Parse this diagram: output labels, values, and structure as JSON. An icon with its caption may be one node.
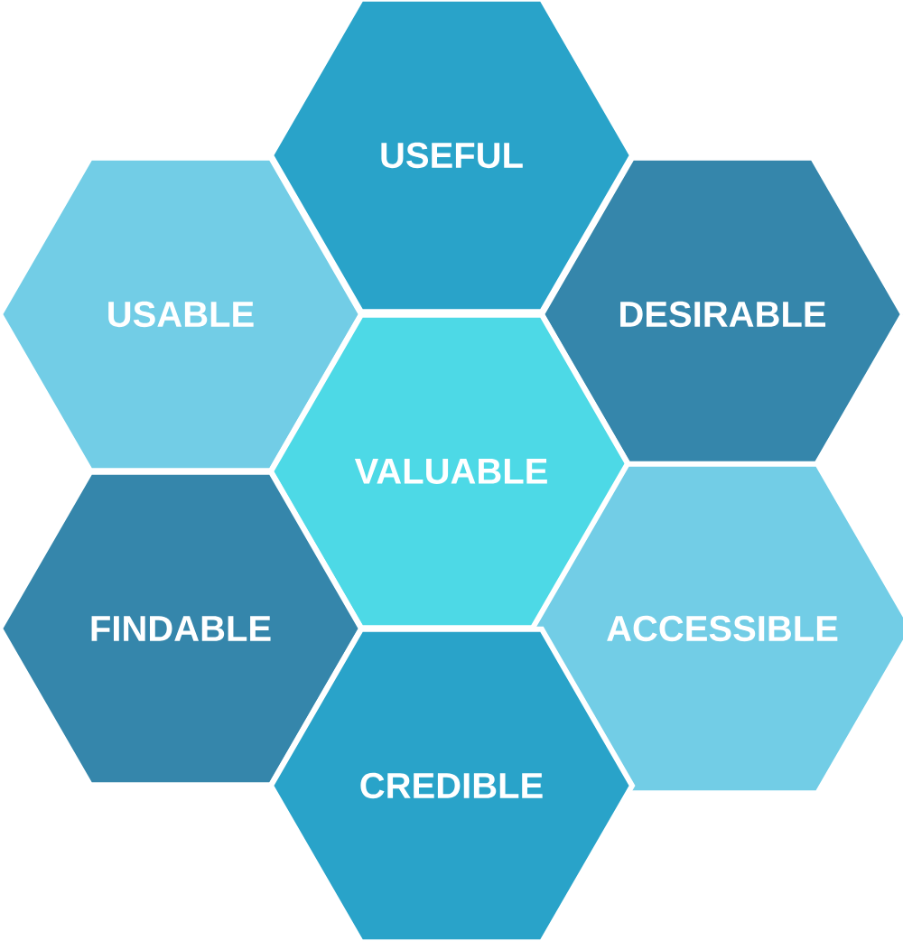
{
  "diagram": {
    "nodes": [
      {
        "text": [
          "USEFUL"
        ]
      },
      {
        "text": [
          "USABLE"
        ]
      },
      {
        "text": [
          "DESIRABLE"
        ]
      },
      {
        "text": [
          "VALUABLE"
        ]
      },
      {
        "text": [
          "FINDABLE"
        ]
      },
      {
        "text": [
          "ACCESSIBLE"
        ]
      },
      {
        "text": [
          "CREDIBLE"
        ]
      }
    ]
  }
}
